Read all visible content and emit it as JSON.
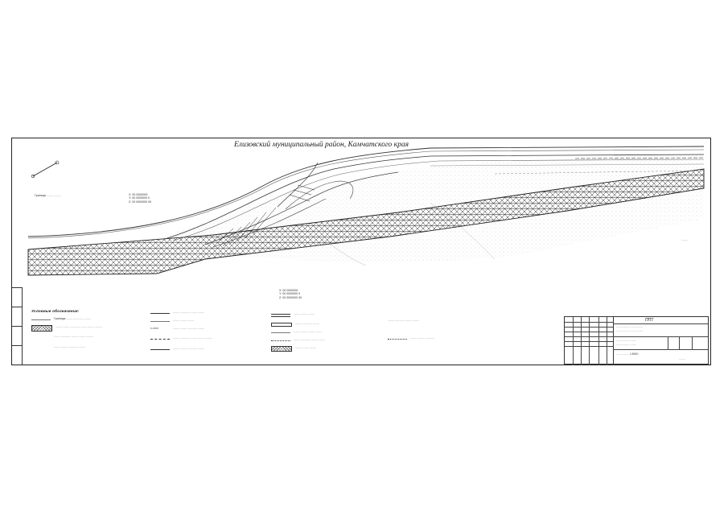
{
  "sheet": {
    "title": "Елизовский муниципальный район, Камчатского края"
  },
  "map_notes": {
    "coord_left": [
      "X: 00 0000000",
      "Y: 00 0000000 0",
      "Z: 00 0000000 00"
    ],
    "coord_bottom": [
      "X: 00 0000000",
      "Y: 00 0000000 0",
      "Z: 00 0000000 00"
    ],
    "west_label": "Граница ........ .........",
    "east_label": "........"
  },
  "legend": {
    "title": "Условные обозначения:",
    "items": [
      "Границы ........ ............ .........",
      "........ ........ ............ ........ ........ .........",
      "........ ............ ........ ........ .........",
      "........ ........ ............ ........",
      "........ ............ ........ ........",
      "........ ........ ........",
      "........ ........ ............ ........",
      "........ ............ ........ ........ .........",
      "........ ........ ............ ........",
      "........ ........ ........",
      "........ ............ ........",
      "........ ........ ........ ........",
      "........ ............ ........ ........",
      "........ ........ ........",
      "........ ............ ........ ........",
      "........ ........ ............"
    ]
  },
  "stamp": {
    "code": "ППТ",
    "rows": [
      "........ ........ ........ ........",
      "........ ........ ........ ........",
      "........ ........ ........",
      "........ ........ ........",
      "........ ........ 1:5000",
      "........"
    ]
  }
}
